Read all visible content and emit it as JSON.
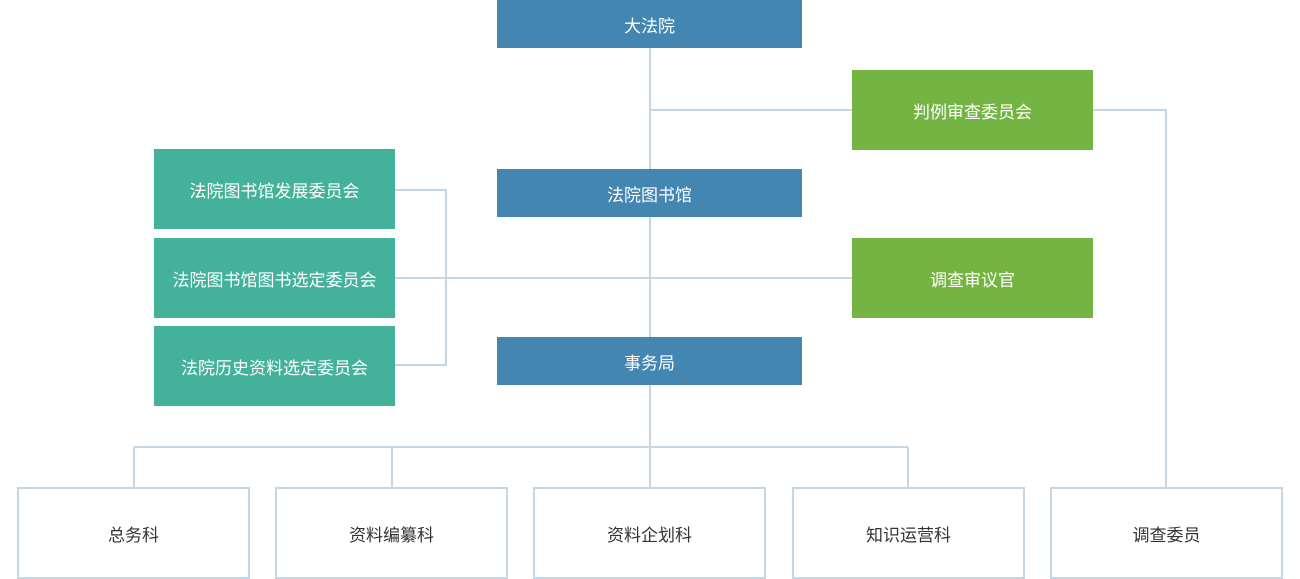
{
  "org": {
    "court": "大法院",
    "library": "法院图书馆",
    "office": "事务局",
    "committees": [
      "法院图书馆发展委员会",
      "法院图书馆图书选定委员会",
      "法院历史资料选定委员会"
    ],
    "case_review_committee": "判例审查委员会",
    "research_judge": "调查审议官",
    "departments": [
      "总务科",
      "资料编纂科",
      "资料企划科",
      "知识运营科"
    ],
    "research_member": "调查委员"
  },
  "colors": {
    "primary_blue": "#4386b2",
    "committee_teal": "#44b29b",
    "advisory_green": "#74b443",
    "connector": "#c7d6e3",
    "department_text": "#333333"
  }
}
